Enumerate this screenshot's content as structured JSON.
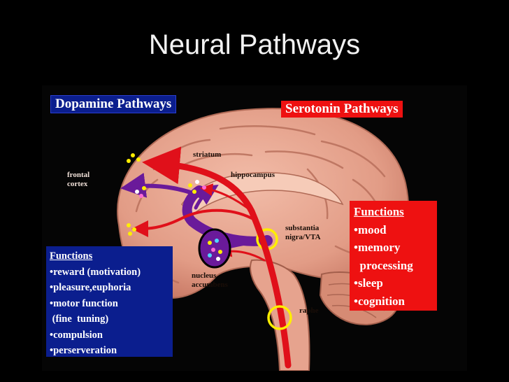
{
  "slide": {
    "title": "Neural Pathways"
  },
  "diagram": {
    "dopamine_header": "Dopamine Pathways",
    "serotonin_header": "Serotonin Pathways",
    "labels": {
      "striatum": "striatum",
      "hippocampus": "hippocampus",
      "frontal_cortex": "frontal cortex",
      "substantia_nigra": "substantia nigra/VTA",
      "nucleus_accumbens": "nucleus accumbens",
      "raphe": "raphe"
    },
    "dopamine_functions": {
      "title": "Functions",
      "items": [
        "•reward (motivation)",
        "•pleasure,euphoria",
        "•motor function",
        " (fine  tuning)",
        "•compulsion",
        "•perserveration"
      ]
    },
    "serotonin_functions": {
      "title": "Functions",
      "items": [
        "•mood",
        "•memory",
        "  processing",
        "•sleep",
        "•cognition"
      ]
    },
    "colors": {
      "dopamine_box": "#0b1e8e",
      "serotonin_box": "#ee1111",
      "dopamine_path": "#6a1a9a",
      "serotonin_path": "#e0101a",
      "brain": "#e8a490"
    }
  }
}
